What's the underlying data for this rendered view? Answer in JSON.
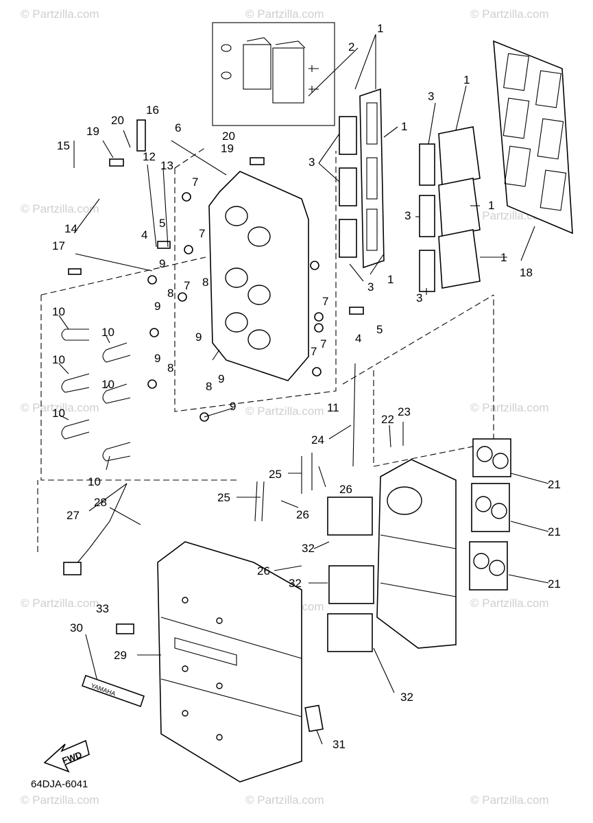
{
  "diagram": {
    "code": "64DJA-6041",
    "watermark": "© Partzilla.com",
    "fwd_label": "FWD",
    "decal_text": "YAMAHA"
  },
  "callouts": [
    "1",
    "2",
    "3",
    "4",
    "5",
    "6",
    "7",
    "8",
    "9",
    "10",
    "11",
    "12",
    "13",
    "14",
    "15",
    "16",
    "17",
    "18",
    "19",
    "20",
    "21",
    "22",
    "23",
    "24",
    "25",
    "26",
    "27",
    "28",
    "29",
    "30",
    "31",
    "32",
    "33"
  ]
}
